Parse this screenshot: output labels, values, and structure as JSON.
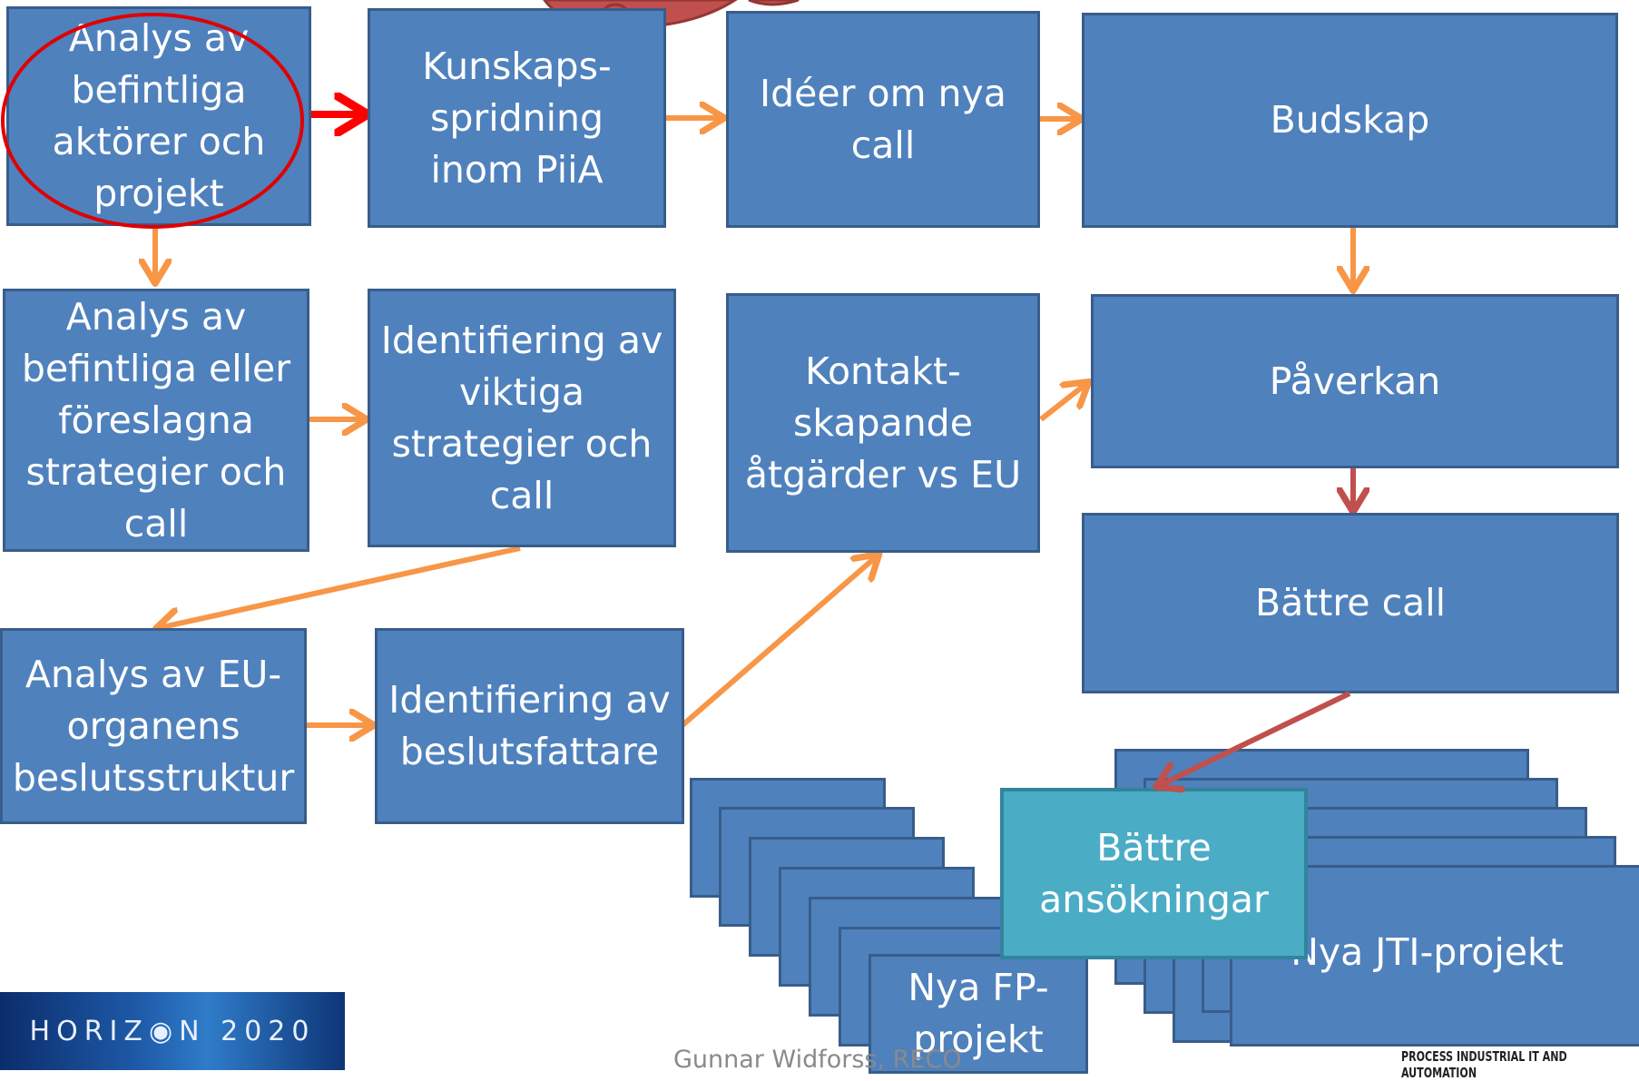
{
  "boxes": {
    "analys_aktorer": "Analys av\nbefintliga\naktörer och\nprojekt",
    "kunskapsspridning": "Kunskaps-\nspridning\ninom PiiA",
    "ideer": "Idéer om nya\ncall",
    "budskap": "Budskap",
    "analys_strategier": "Analys av\nbefintliga eller\nföreslagna\nstrategier och\ncall",
    "identifiering_strategier": "Identifiering av\nviktiga\nstrategier och\ncall",
    "kontaktskapande": "Kontakt-\nskapande\nåtgärder vs EU",
    "paverkan": "Påverkan",
    "battre_call": "Bättre call",
    "analys_eu": "Analys av EU-\norganens\nbeslutsstruktur",
    "identifiering_beslutsfattare": "Identifiering av\nbeslutsfattare",
    "nya_fp": "Nya FP-\nprojekt",
    "battre_ansokningar": "Bättre\nansökningar",
    "nya_jti": "Nya JTI-projekt"
  },
  "logo_text": "HORIZ◉N 2020",
  "footer_author": "Gunnar Widforss, RECO",
  "brand_text": "PROCESS INDUSTRIAL IT AND AUTOMATION",
  "colors": {
    "box_fill": "#4f81bd",
    "box_border": "#385d8a",
    "highlight_fill": "#4bacc6",
    "arrow_orange": "#f79646",
    "arrow_red": "#ff0000",
    "arrow_darkred": "#c0504d",
    "highlight_ellipse": "#e00000"
  }
}
